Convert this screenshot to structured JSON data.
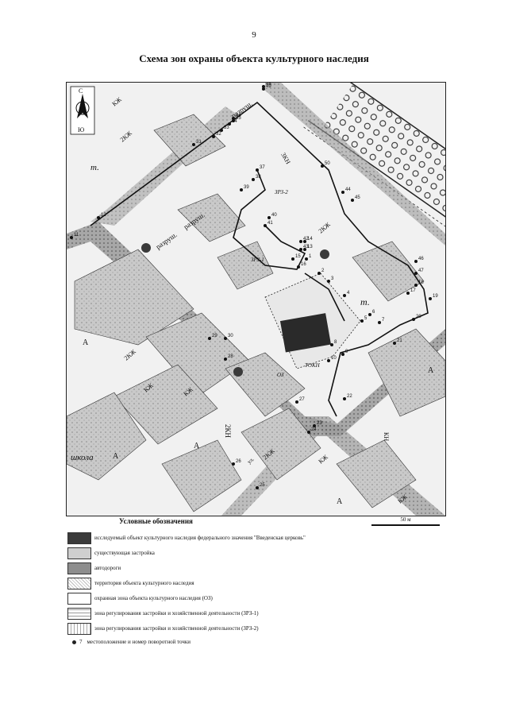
{
  "page": {
    "number": "9",
    "title": "Схема зон охраны объекта культурного наследия"
  },
  "map": {
    "compass": {
      "north": "С",
      "south": "Ю"
    },
    "labels": {
      "kzh": "КЖ",
      "zh2": "2КЖ",
      "zh3": "3КЖ",
      "kn": "КН",
      "kn2": "2КН",
      "kn3": "3КН",
      "a": "А",
      "t": "т.",
      "razrush": "разруш.",
      "zrz1": "ЗРЗ-1",
      "zrz2": "ЗРЗ-2",
      "oz": "ОЗ",
      "tokn": "ТОКН",
      "shkola": "школа",
      "street": "ул."
    },
    "points": [
      "1",
      "2",
      "3",
      "4",
      "5",
      "6",
      "7",
      "8",
      "9",
      "10",
      "11",
      "12",
      "13",
      "14",
      "15",
      "16",
      "17",
      "18",
      "19",
      "20",
      "21",
      "22",
      "23",
      "24",
      "25",
      "26",
      "27",
      "28",
      "29",
      "30",
      "31",
      "32",
      "33",
      "34",
      "35",
      "36",
      "37",
      "38",
      "39",
      "40",
      "41",
      "42",
      "43",
      "44",
      "45",
      "46",
      "47",
      "48",
      "49",
      "50"
    ]
  },
  "scale": {
    "label": "50 м"
  },
  "legend": {
    "title": "Условные обозначения",
    "items": [
      {
        "label": "исследуемый объект культурного наследия федерального значения \"Введенская церковь\"",
        "style": "dark"
      },
      {
        "label": "существующая застройка",
        "style": "light"
      },
      {
        "label": "автодороги",
        "style": "road"
      },
      {
        "label": "территория объекта культурного наследия",
        "style": "dotted"
      },
      {
        "label": "охранная зона объекта культурного наследия (ОЗ)",
        "style": "plain"
      },
      {
        "label": "зона регулирования застройки и хозяйственной деятельности (ЗРЗ-1)",
        "style": "hatch1"
      },
      {
        "label": "зона регулирования застройки и хозяйственной деятельности (ЗРЗ-2)",
        "style": "hatch2"
      }
    ],
    "point_item": {
      "number": "7",
      "label": "местоположение и номер поворотной точки"
    }
  }
}
